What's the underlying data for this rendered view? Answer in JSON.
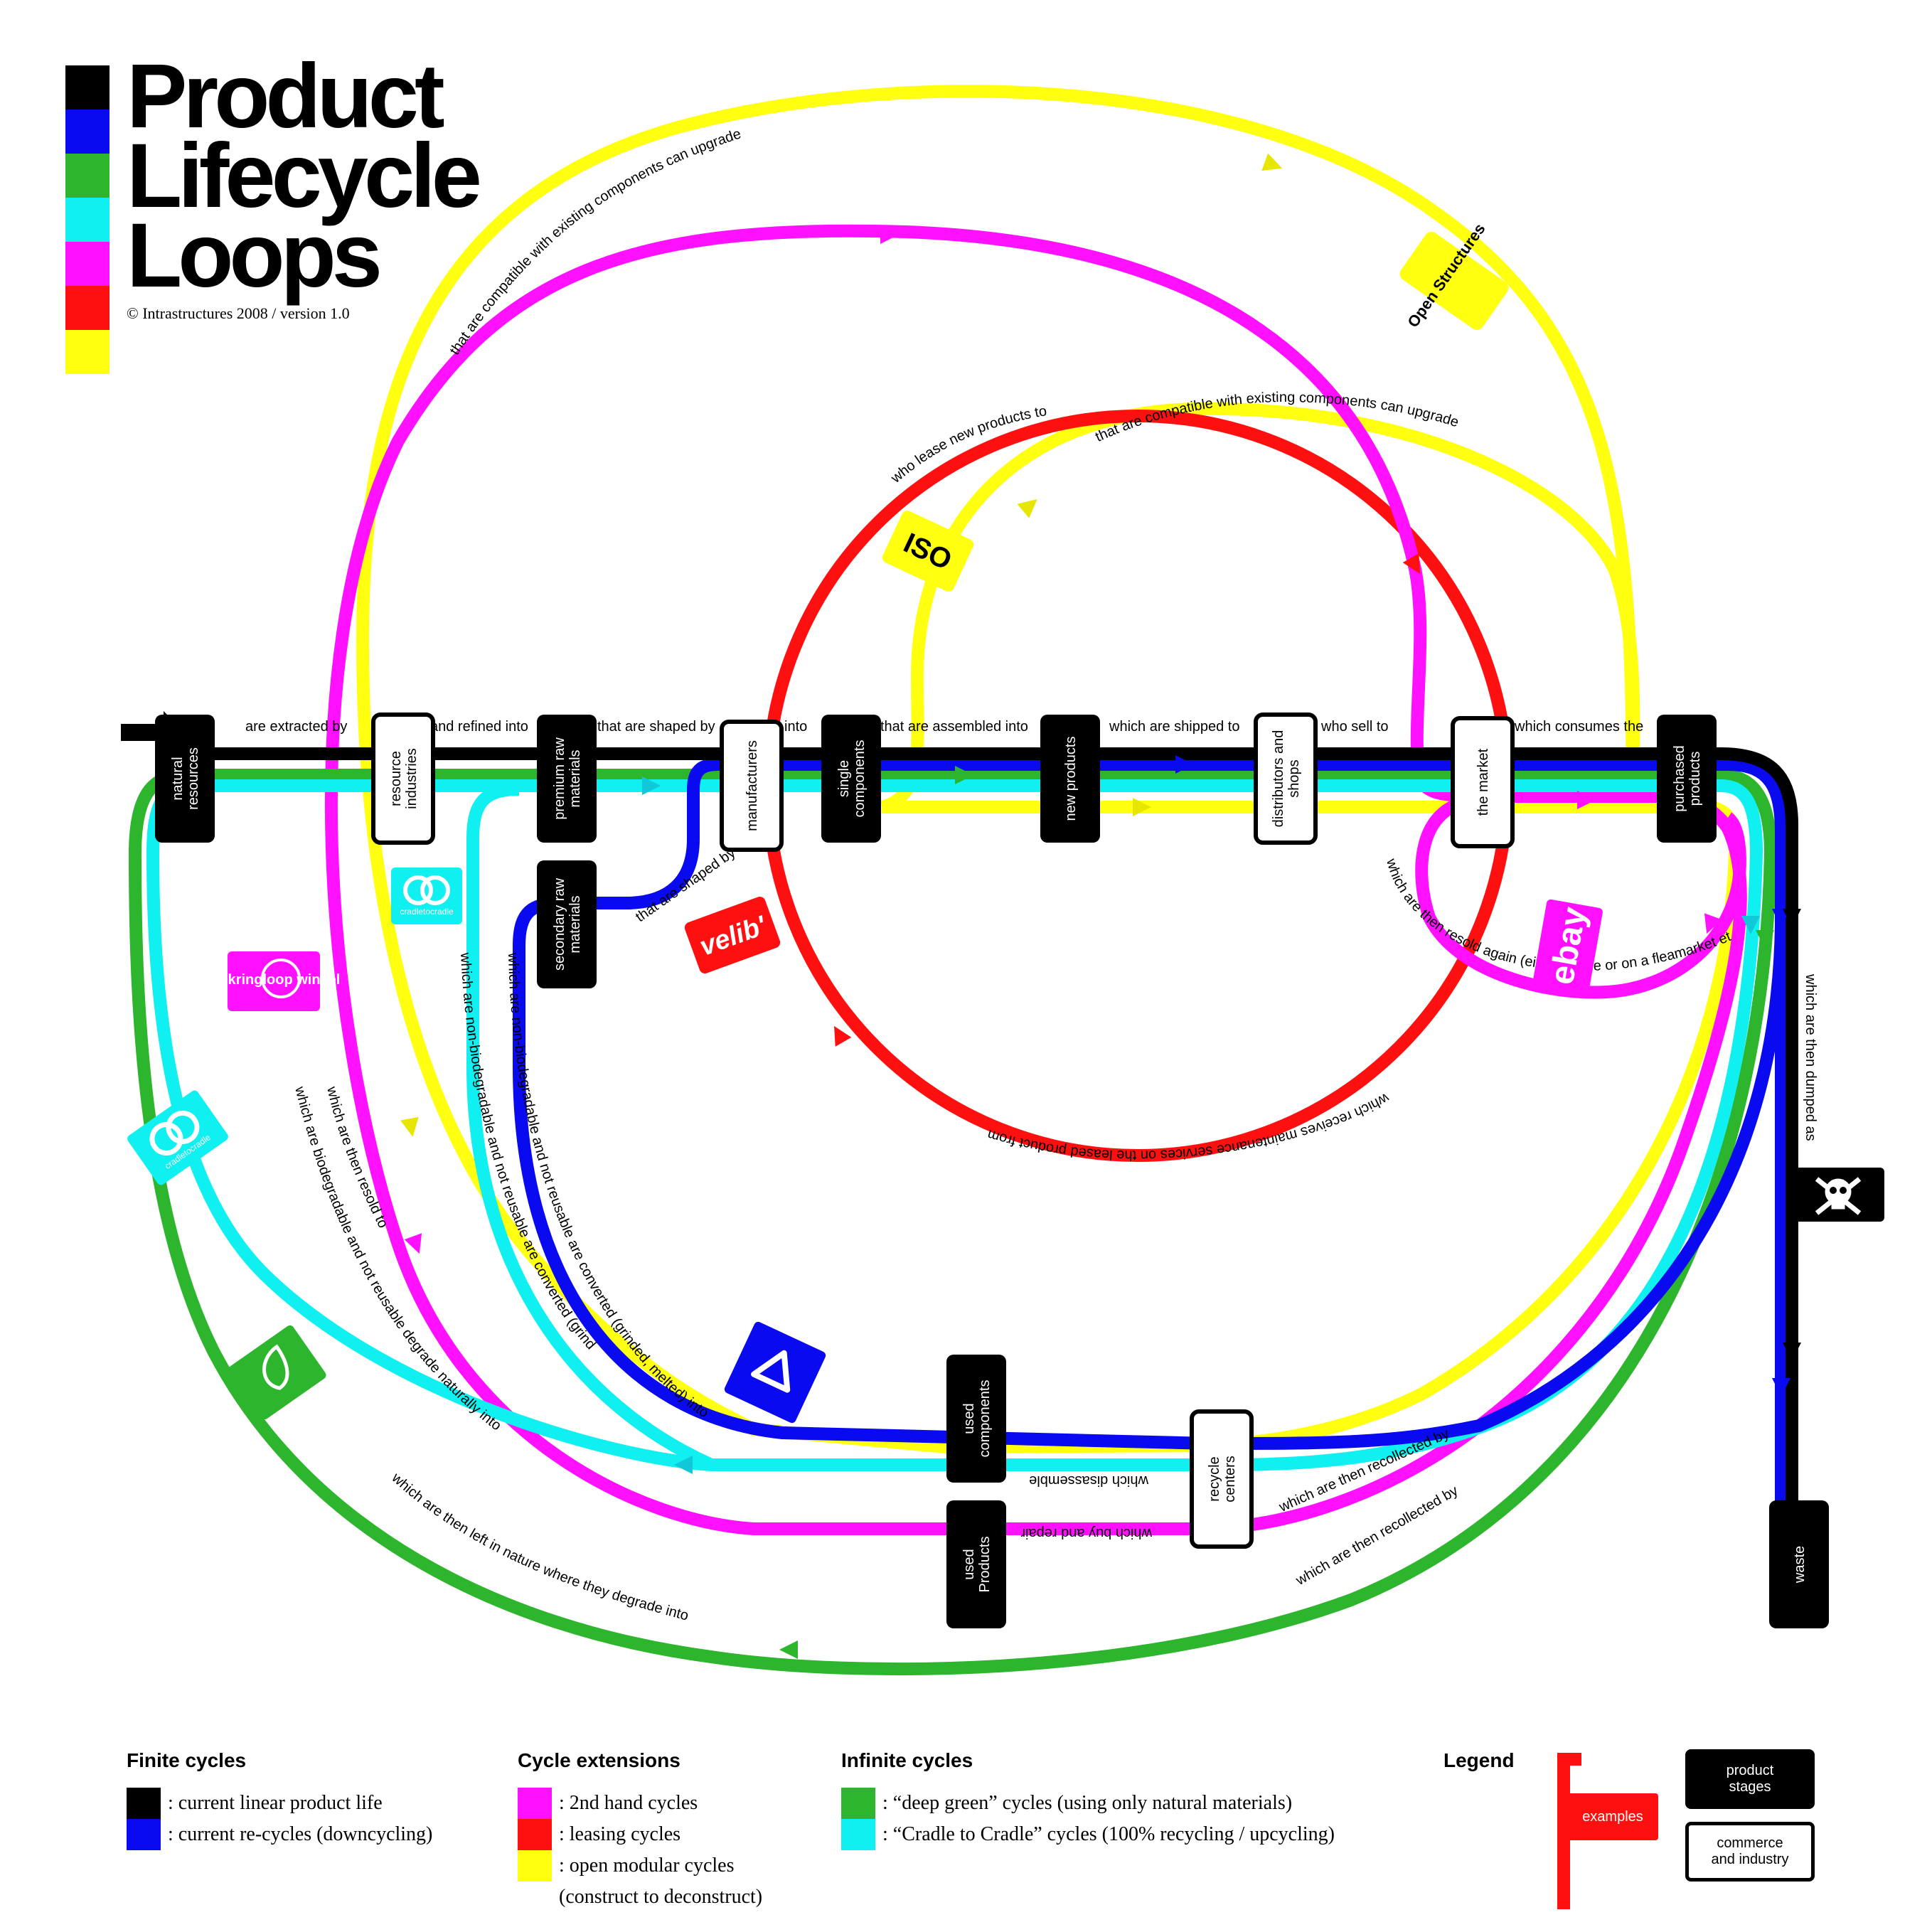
{
  "header": {
    "title_lines": [
      "Product",
      "Lifecycle",
      "Loops"
    ],
    "copyright": "© Intrastructures 2008 / version 1.0",
    "color_bar": [
      "#000000",
      "#0a0af0",
      "#2db52d",
      "#10f0f0",
      "#ff10ff",
      "#ff1010",
      "#ffff10"
    ]
  },
  "colors": {
    "black": "#000000",
    "blue": "#0a0af0",
    "green": "#2db52d",
    "cyan": "#10f0f0",
    "magenta": "#ff10ff",
    "red": "#ff1010",
    "yellow": "#ffff10"
  },
  "stages": {
    "natural_resources": "natural resources",
    "resource_industries": "resource industries",
    "premium_raw": "premium raw materials",
    "manufacturers": "manufacturers",
    "single_components": "single components",
    "new_products": "new products",
    "distributors": "distributors and shops",
    "the_market": "the market",
    "purchased_products": "purchased products",
    "secondary_raw": "secondary raw materials",
    "used_components": "used components",
    "used_products": "used Products",
    "recycle_centers": "recycle centers",
    "waste": "waste"
  },
  "connectors": {
    "extracted": "are extracted by",
    "refined": "and refined into",
    "shaped": "that are shaped by",
    "into": "into",
    "assembled": "that are assembled into",
    "shipped": "which are shipped to",
    "sell": "who sell to",
    "consumes": "which consumes the",
    "secondary_shaped": "that are shaped by",
    "dumped": "which are then dumped as",
    "disassemble": "which disassemble",
    "buy_repair": "which buy and repair",
    "recollected_1": "which are then recollected by",
    "recollected_2": "which are then recollected by"
  },
  "curved_labels": {
    "open_upgrade_outer": "that are compatible with existing components can upgrade",
    "open_upgrade_inner": "that are compatible with existing components can upgrade",
    "lease": "who lease new products to",
    "maintenance": "which receives maintenance services on the leased product from",
    "resold": "which are then resold again (either online or on a fleamarket etc.)",
    "resold_to": "which are then resold to",
    "non_bio_1": "which are non-biodegradable and not reusable are converted (grinded, melted) into",
    "non_bio_2": "which are non-biodegradable and not reusable are converted (grinded, melted) into",
    "bio_degrade": "which are biodegradable and not reusable degrade naturally into",
    "left_in_nature": "which are then left in nature where they degrade into"
  },
  "examples": {
    "open_structures": "Open Structures",
    "iso": "ISO",
    "velib": "velib'",
    "ebay": "ebay",
    "kringloop": "de kringloop winkel",
    "c2c_small": "cradletocradle",
    "c2c_large": "cradletocradle",
    "recycle_icon": "recycle-icon",
    "nature_icon": "leaf-icon",
    "skull_icon": "skull-crossbones-icon"
  },
  "legend": {
    "finite": {
      "title": "Finite cycles",
      "items": [
        {
          "color": "#000000",
          "text": ": current linear product life"
        },
        {
          "color": "#0a0af0",
          "text": ": current re-cycles (downcycling)"
        }
      ]
    },
    "extensions": {
      "title": "Cycle extensions",
      "items": [
        {
          "color": "#ff10ff",
          "text": ": 2nd hand cycles"
        },
        {
          "color": "#ff1010",
          "text": ": leasing cycles"
        },
        {
          "color": "#ffff10",
          "text": ": open modular cycles"
        },
        {
          "color": "",
          "text": "(construct to deconstruct)"
        }
      ]
    },
    "infinite": {
      "title": "Infinite cycles",
      "items": [
        {
          "color": "#2db52d",
          "text": ": “deep green” cycles (using only natural materials)"
        },
        {
          "color": "#10f0f0",
          "text": ":  “Cradle to Cradle” cycles (100% recycling / upcycling)"
        }
      ]
    },
    "legend_title": "Legend",
    "examples_label": "examples",
    "product_stages": "product stages",
    "commerce_industry": "commerce and industry"
  }
}
